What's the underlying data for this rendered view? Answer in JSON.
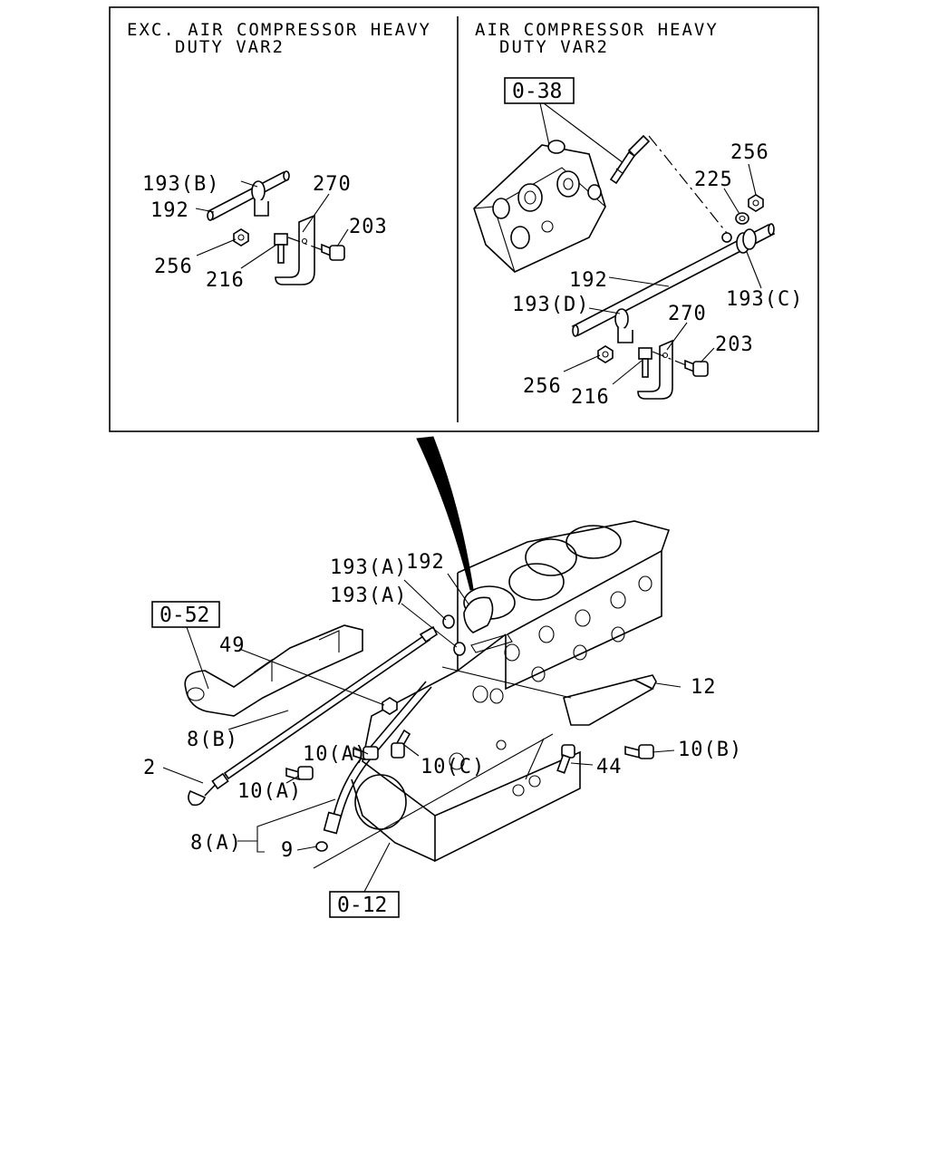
{
  "inset": {
    "left_panel": {
      "title_line1": "EXC. AIR COMPRESSOR HEAVY",
      "title_line2": "DUTY VAR2",
      "callouts": {
        "c193b": "193(B)",
        "c192": "192",
        "c270": "270",
        "c203": "203",
        "c256": "256",
        "c216": "216"
      }
    },
    "right_panel": {
      "title_line1": "AIR COMPRESSOR HEAVY",
      "title_line2": "DUTY VAR2",
      "ref_box": "0-38",
      "callouts": {
        "c256a": "256",
        "c225": "225",
        "c192": "192",
        "c193d": "193(D)",
        "c193c": "193(C)",
        "c270": "270",
        "c203": "203",
        "c256b": "256",
        "c216": "216"
      }
    }
  },
  "main": {
    "ref_boxes": {
      "r052": "0-52",
      "r012": "0-12"
    },
    "callouts": {
      "c193a1": "193(A)",
      "c192": "192",
      "c193a2": "193(A)",
      "c49": "49",
      "c12": "12",
      "c8b": "8(B)",
      "c10a1": "10(A)",
      "c10c": "10(C)",
      "c10b": "10(B)",
      "c2": "2",
      "c10a2": "10(A)",
      "c44": "44",
      "c8a": "8(A)",
      "c9": "9"
    }
  }
}
